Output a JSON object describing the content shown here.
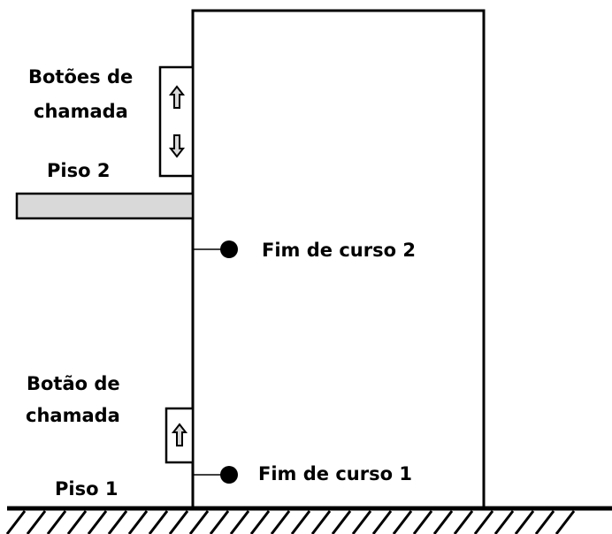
{
  "labels": {
    "call_buttons_line1": "Botões de",
    "call_buttons_line2": "chamada",
    "floor2": "Piso 2",
    "limit_switch_2": "Fim de curso 2",
    "call_button_line1": "Botão de",
    "call_button_line2": "chamada",
    "floor1": "Piso 1",
    "limit_switch_1": "Fim de curso 1"
  },
  "colors": {
    "line": "#000000",
    "floor_slab": "#d9d9d9",
    "arrow_fill": "#d9d9d9",
    "background": "#ffffff"
  }
}
